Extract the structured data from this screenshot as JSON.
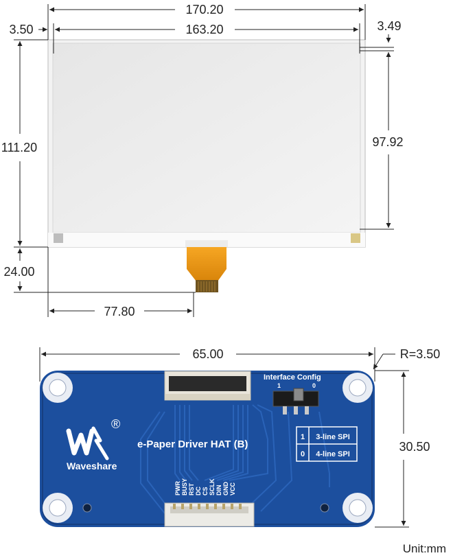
{
  "epaper": {
    "dims": {
      "overall_width": "170.20",
      "left_margin": "3.50",
      "active_width": "163.20",
      "right_margin": "3.49",
      "overall_height": "111.20",
      "active_height": "97.92",
      "fpc_length": "24.00",
      "fpc_offset": "77.80"
    }
  },
  "hat": {
    "dims": {
      "width": "65.00",
      "corner_radius": "R=3.50",
      "height": "30.50"
    },
    "title": "e-Paper Driver HAT (B)",
    "brand": "Waveshare",
    "registered": "®",
    "interface_config_label": "Interface Config",
    "switch_labels": [
      "1",
      "0"
    ],
    "spi_table": [
      {
        "key": "1",
        "value": "3-line SPI"
      },
      {
        "key": "0",
        "value": "4-line SPI"
      }
    ],
    "pin_labels": [
      "PWR",
      "BUSY",
      "RST",
      "DC",
      "CS",
      "SCLK",
      "DIN",
      "GND",
      "VCC"
    ],
    "colors": {
      "board": "#1c4f9e",
      "board_dark": "#173f80",
      "trace": "#2a63b8"
    }
  },
  "unit_label": "Unit:mm"
}
